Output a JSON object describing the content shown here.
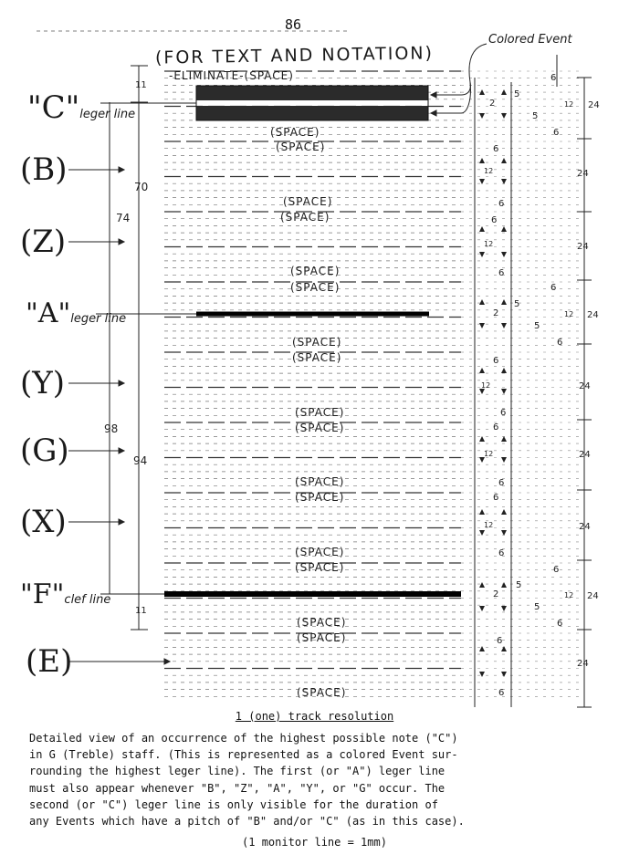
{
  "page": {
    "number": "86"
  },
  "header_note": "(FOR TEXT AND NOTATION)",
  "colored_event_label": "Colored Event",
  "eliminate_label": "-ELIMINATE-(SPACE)",
  "space_label": "(SPACE)",
  "row_labels": {
    "c_line": "\"C\"leger line",
    "b": "(B)",
    "z": "(Z)",
    "a_line": "\"A\"leger line",
    "y": "(Y)",
    "g": "(G)",
    "x": "(X)",
    "f_line": "\"F\"clef line",
    "e": "(E)"
  },
  "dimensions": {
    "d11_top": "11",
    "d70": "70",
    "d74": "74",
    "d98": "98",
    "d94": "94",
    "d11_bottom": "11",
    "n6": "6",
    "n5": "5",
    "n2": "2",
    "n12": "12",
    "n24": "24"
  },
  "caption": {
    "title": "1 (one) track resolution",
    "lines": [
      "Detailed view of an occurrence of the highest possible note (\"C\")",
      "in G (Treble) staff. (This is represented as a colored Event sur-",
      "rounding the highest leger line). The first (or \"A\") leger line",
      "must also appear whenever \"B\", \"Z\", \"A\", \"Y\", or \"G\" occur. The",
      "second (or \"C\") leger line is only visible for the duration of",
      "any Events which have a pitch of \"B\" and/or \"C\" (as in this case)."
    ],
    "footer": "(1 monitor line = 1mm)"
  }
}
